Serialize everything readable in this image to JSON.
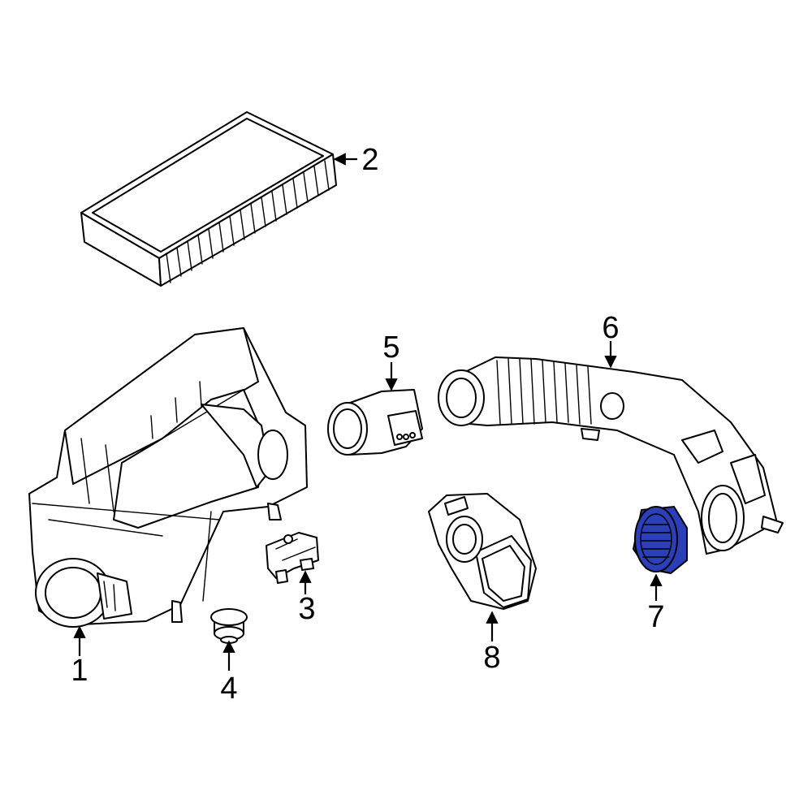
{
  "colors": {
    "highlight": "#2b3fb8",
    "line": "#000000",
    "background": "#ffffff"
  },
  "callouts": [
    {
      "id": "1",
      "label": "1"
    },
    {
      "id": "2",
      "label": "2"
    },
    {
      "id": "3",
      "label": "3"
    },
    {
      "id": "4",
      "label": "4"
    },
    {
      "id": "5",
      "label": "5"
    },
    {
      "id": "6",
      "label": "6"
    },
    {
      "id": "7",
      "label": "7"
    },
    {
      "id": "8",
      "label": "8"
    }
  ]
}
